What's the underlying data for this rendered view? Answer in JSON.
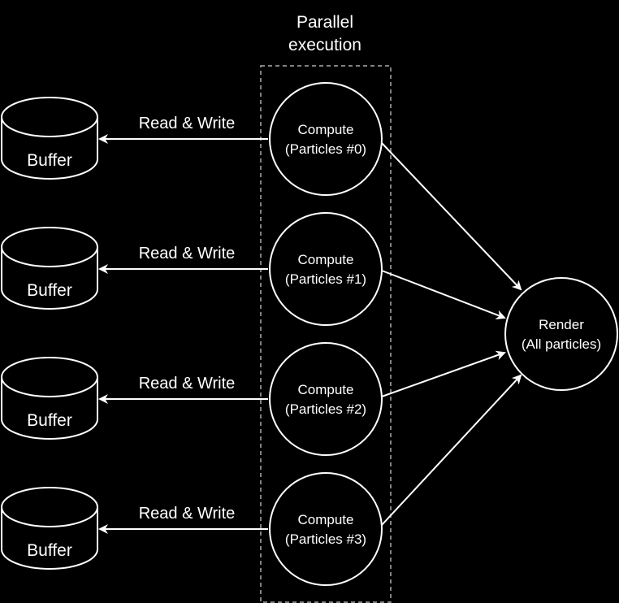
{
  "parallel_group": {
    "title_lines": [
      "Parallel",
      "execution"
    ]
  },
  "rows": [
    {
      "buffer_label": "Buffer",
      "edge_label": "Read & Write",
      "compute_lines": [
        "Compute",
        "(Particles #0)"
      ]
    },
    {
      "buffer_label": "Buffer",
      "edge_label": "Read & Write",
      "compute_lines": [
        "Compute",
        "(Particles #1)"
      ]
    },
    {
      "buffer_label": "Buffer",
      "edge_label": "Read & Write",
      "compute_lines": [
        "Compute",
        "(Particles #2)"
      ]
    },
    {
      "buffer_label": "Buffer",
      "edge_label": "Read & Write",
      "compute_lines": [
        "Compute",
        "(Particles #3)"
      ]
    }
  ],
  "render_node": {
    "lines": [
      "Render",
      "(All particles)"
    ]
  },
  "colors": {
    "background": "#000000",
    "stroke": "#ffffff",
    "group_border": "#aaaaaa"
  }
}
